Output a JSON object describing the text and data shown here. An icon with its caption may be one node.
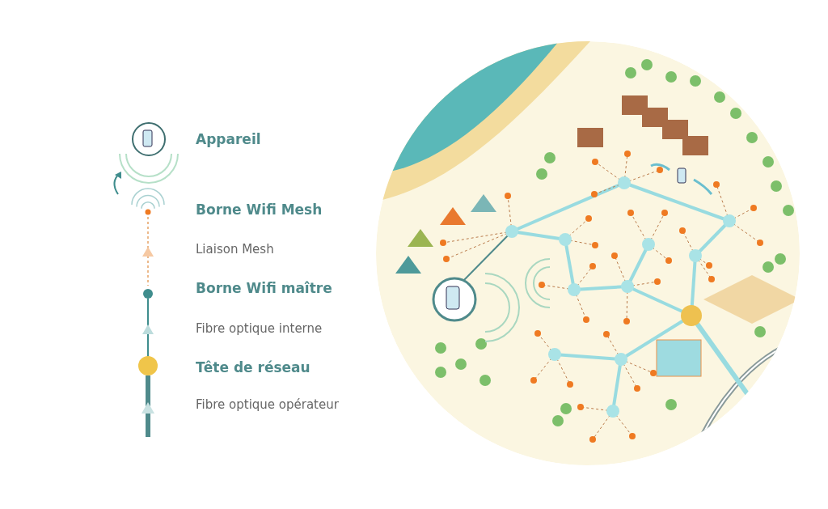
{
  "diagram": {
    "legend": [
      {
        "text": "Appareil"
      },
      {
        "text": "Borne Wifi Mesh"
      },
      {
        "text": "Liaison Mesh"
      },
      {
        "text": "Borne Wifi maître"
      },
      {
        "text": "Fibre optique interne"
      },
      {
        "text": "Tête de réseau"
      },
      {
        "text": "Fibre optique opérateur"
      }
    ]
  }
}
